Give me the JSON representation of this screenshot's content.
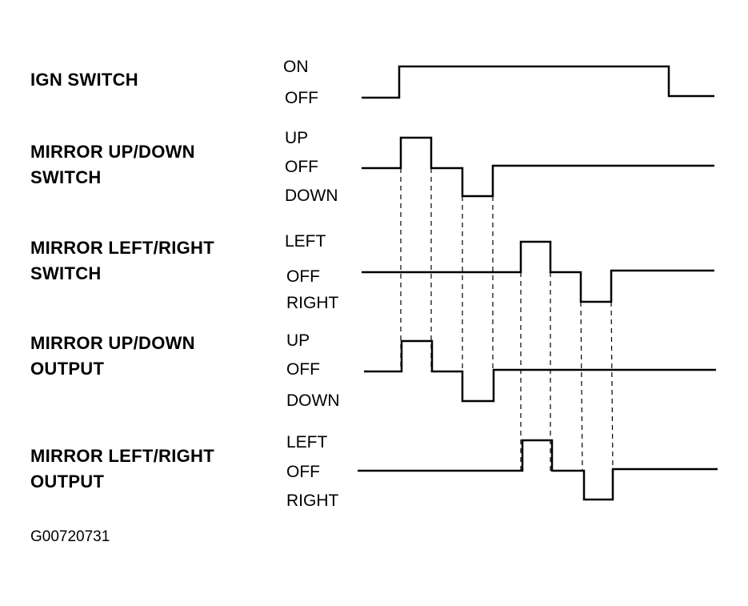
{
  "signals": [
    {
      "name": "IGN SWITCH",
      "states": [
        "ON",
        "OFF"
      ]
    },
    {
      "name": "MIRROR UP/DOWN\nSWITCH",
      "states": [
        "UP",
        "OFF",
        "DOWN"
      ]
    },
    {
      "name": "MIRROR LEFT/RIGHT\nSWITCH",
      "states": [
        "LEFT",
        "OFF",
        "RIGHT"
      ]
    },
    {
      "name": "MIRROR UP/DOWN\nOUTPUT",
      "states": [
        "UP",
        "OFF",
        "DOWN"
      ]
    },
    {
      "name": "MIRROR LEFT/RIGHT\nOUTPUT",
      "states": [
        "LEFT",
        "OFF",
        "RIGHT"
      ]
    }
  ],
  "figure_id": "G00720731"
}
